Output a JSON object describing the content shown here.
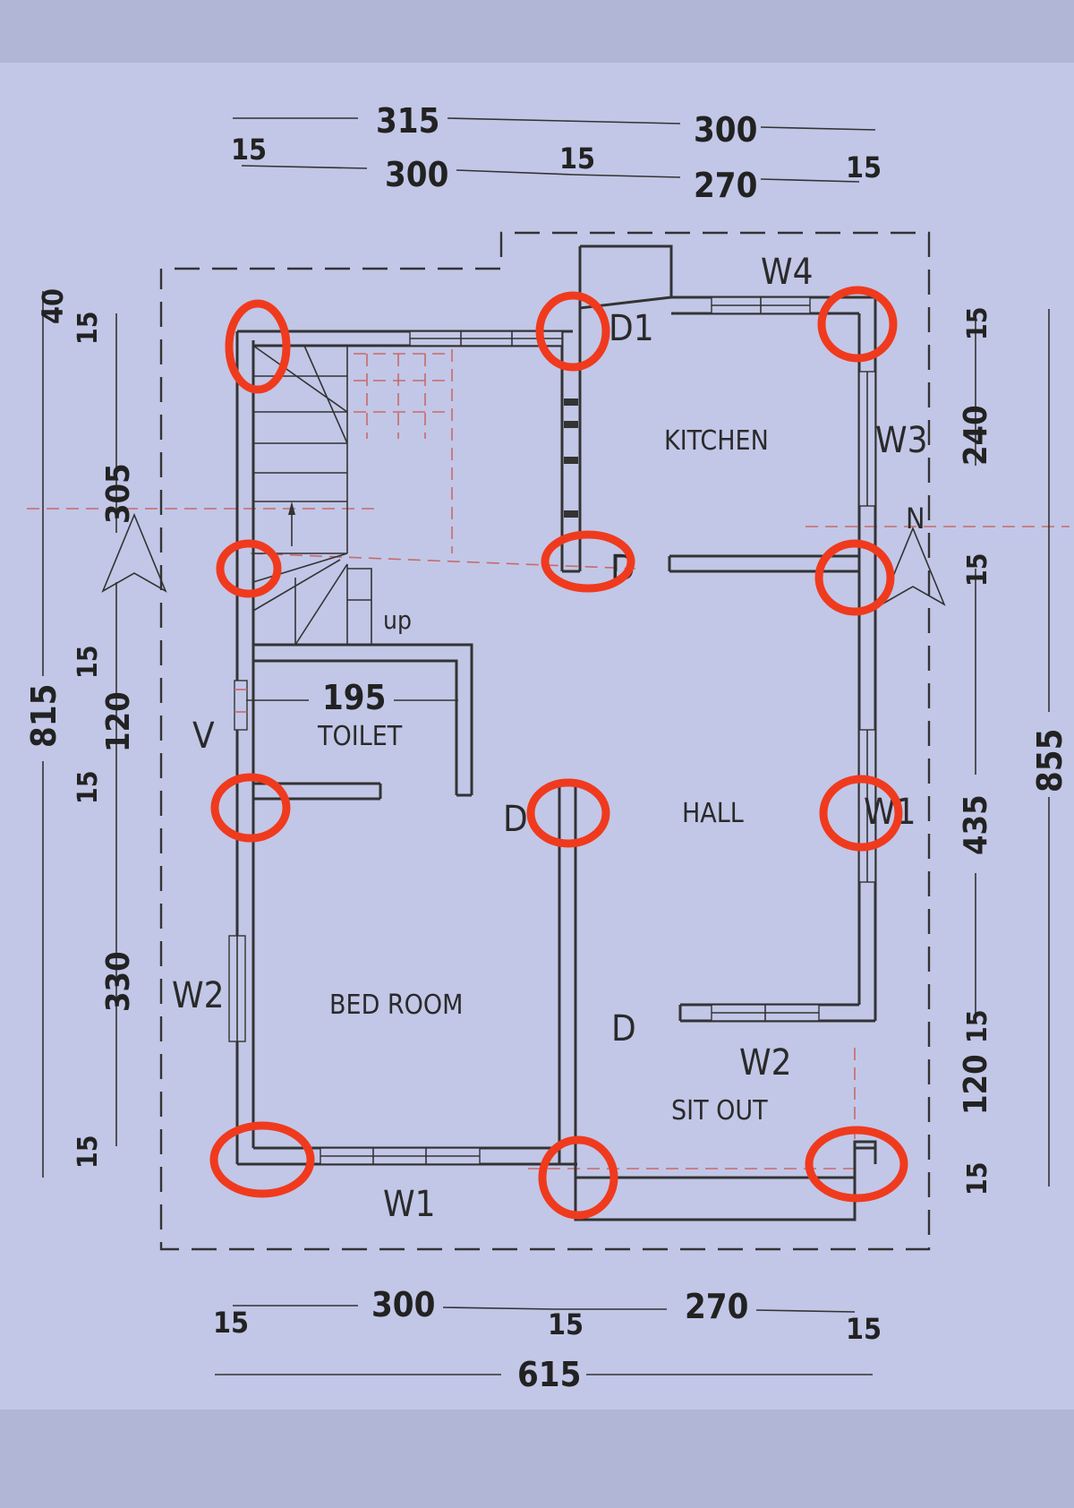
{
  "rooms": {
    "kitchen": "KITCHEN",
    "hall": "HALL",
    "toilet": "TOILET",
    "bedroom": "BED ROOM",
    "sitout": "SIT OUT"
  },
  "openings": {
    "d1": "D1",
    "d_hall": "D",
    "d_left": "D",
    "d_kitchen": "D",
    "w1_hall": "W1",
    "w1_bottom": "W1",
    "w2_left": "W2",
    "w2_sitout": "W2",
    "w3": "W3",
    "w4": "W4",
    "v": "V",
    "up": "up",
    "north": "N"
  },
  "dims": {
    "top_outer_left": "315",
    "top_outer_right": "300",
    "top_inner_left": "300",
    "top_inner_right": "270",
    "top_wall_a": "15",
    "top_wall_b": "15",
    "top_wall_c": "15",
    "bottom_inner_left": "300",
    "bottom_inner_right": "270",
    "bottom_wall_a": "15",
    "bottom_wall_b": "15",
    "bottom_wall_c": "15",
    "bottom_total": "615",
    "left_total": "815",
    "left_top": "40",
    "left_wall_1": "15",
    "left_stair": "305",
    "left_wall_2": "15",
    "left_toilet": "120",
    "left_wall_3": "15",
    "left_bed": "330",
    "left_wall_4": "15",
    "right_total": "855",
    "right_wall_1": "15",
    "right_kitchen": "240",
    "right_wall_2": "15",
    "right_hall": "435",
    "right_wall_3": "15",
    "right_sitout": "120",
    "right_wall_4": "15",
    "toilet_width": "195"
  },
  "colors": {
    "paper": "#c2c7e7",
    "background": "#b1b6d6",
    "ink": "#333333",
    "highlight": "#f03a1e",
    "centerline": "#c76a6a"
  }
}
